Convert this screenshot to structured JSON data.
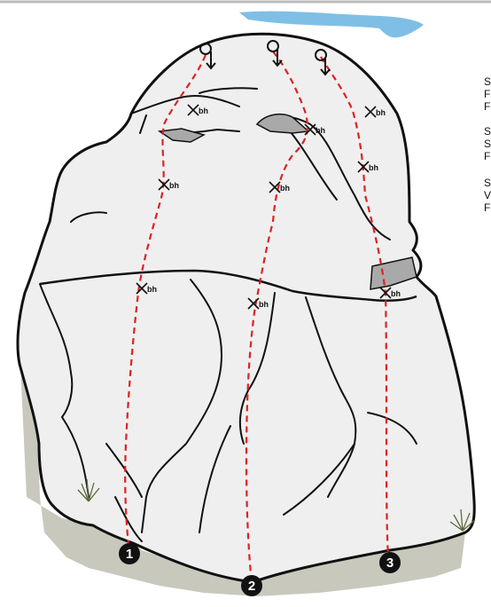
{
  "diagram": {
    "bolt_label": "bh",
    "routes": [
      {
        "number": "1"
      },
      {
        "number": "2"
      },
      {
        "number": "3"
      }
    ],
    "side_text": [
      "S",
      "F",
      "F",
      "S",
      "S",
      "F",
      "S",
      "V",
      "F"
    ],
    "colors": {
      "route_line": "#dd2222",
      "rock_fill": "#efefef",
      "rock_outline": "#111111",
      "ground": "#c8c8bd",
      "water": "#7fbfe6",
      "overhang_shadow": "#a9a9a9",
      "marker_fill": "#111111",
      "marker_text": "#ffffff"
    },
    "icons": [
      "lowering-anchor-icon",
      "bolt-hanger-icon",
      "grass-tuft-icon"
    ]
  }
}
